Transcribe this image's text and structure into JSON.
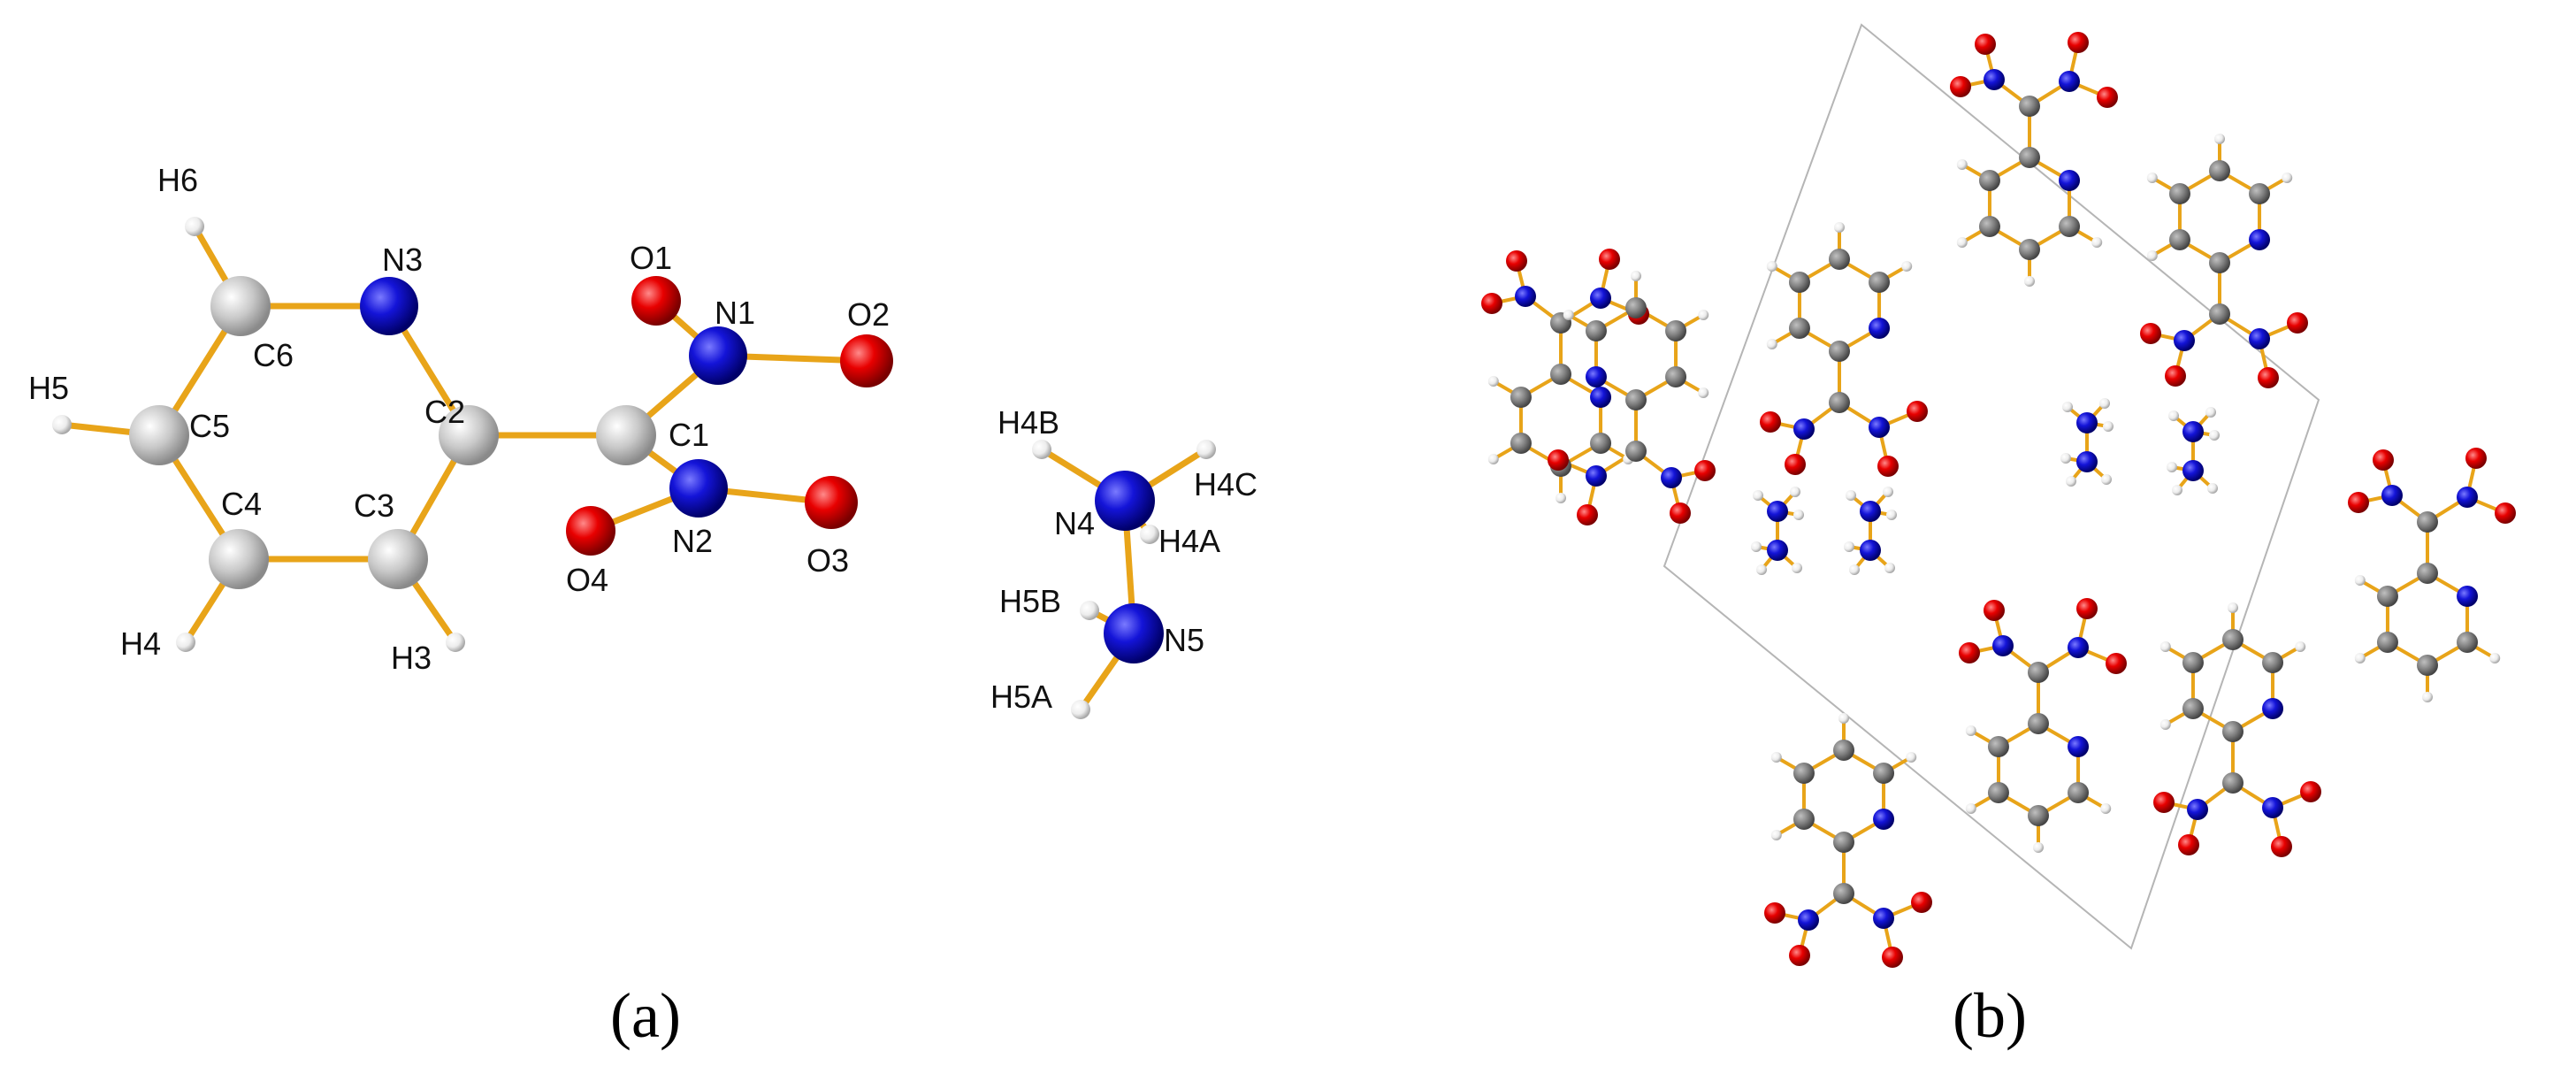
{
  "colors": {
    "bond": "#E8A419",
    "carbon_a": "#BEBEBE",
    "carbon_b": "#808080",
    "nitrogen": "#0A0ACC",
    "oxygen": "#E30000",
    "hydrogen": "#EFEFEF",
    "cell_edge": "#B5B5B5"
  },
  "panel_a": {
    "caption": "(a)",
    "labels": {
      "H6": "H6",
      "N3": "N3",
      "C6": "C6",
      "H5": "H5",
      "C5": "C5",
      "C2": "C2",
      "C4": "C4",
      "C3": "C3",
      "H4": "H4",
      "H3": "H3",
      "O1": "O1",
      "N1": "N1",
      "O2": "O2",
      "C1": "C1",
      "N2": "N2",
      "O4": "O4",
      "O3": "O3",
      "H4B": "H4B",
      "H4C": "H4C",
      "N4": "N4",
      "H4A": "H4A",
      "H5B": "H5B",
      "N5": "N5",
      "H5A": "H5A"
    }
  },
  "panel_b": {
    "caption": "(b)"
  }
}
